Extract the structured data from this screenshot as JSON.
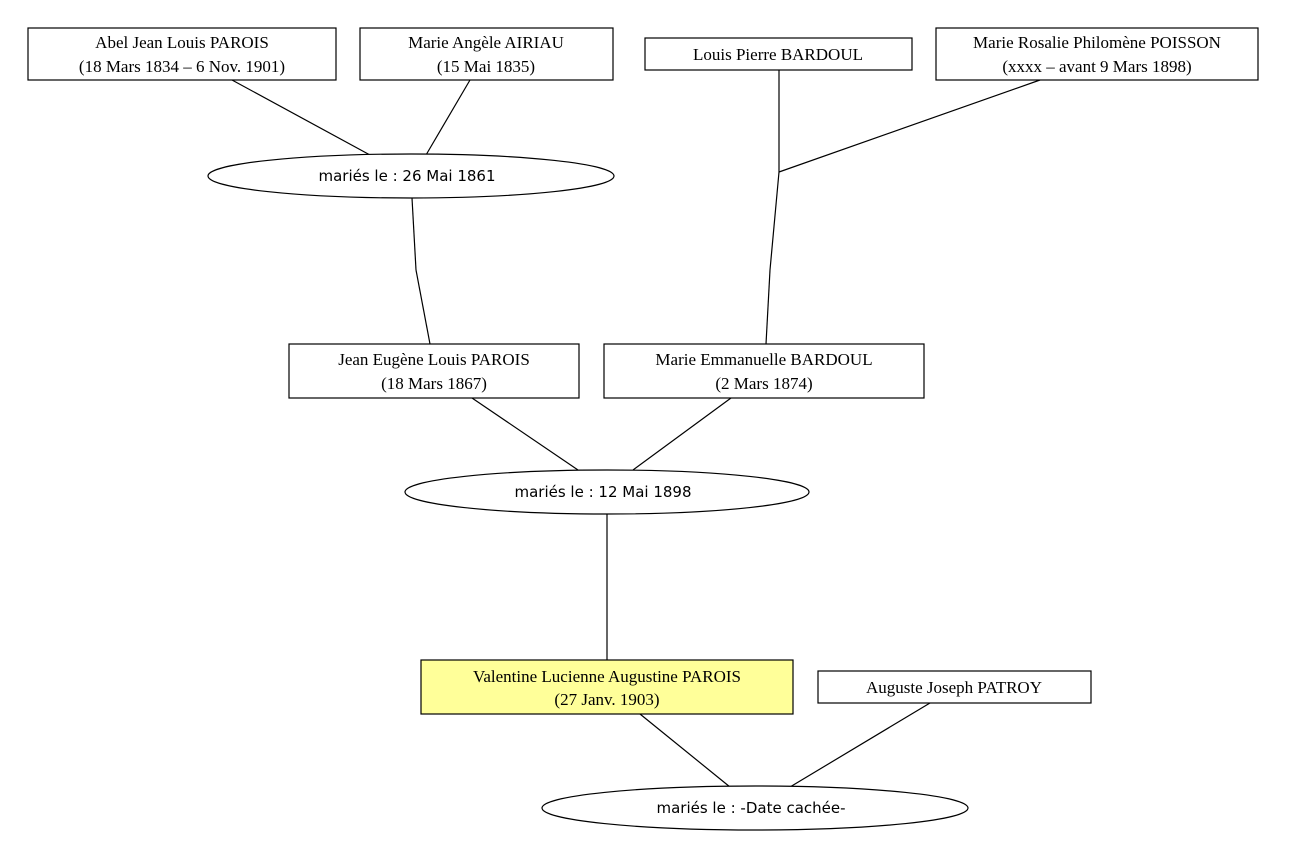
{
  "colors": {
    "highlight_fill": "#ffff99",
    "stroke": "#000000",
    "background": "#ffffff"
  },
  "people": {
    "abel": {
      "name": "Abel Jean Louis PAROIS",
      "dates": "(18 Mars 1834 – 6 Nov. 1901)"
    },
    "marie_angele": {
      "name": "Marie Angèle AIRIAU",
      "dates": "(15 Mai 1835)"
    },
    "louis_pierre": {
      "name": "Louis Pierre BARDOUL",
      "dates": ""
    },
    "marie_rosalie": {
      "name": "Marie Rosalie Philomène POISSON",
      "dates": "(xxxx – avant 9 Mars 1898)"
    },
    "jean_eugene": {
      "name": "Jean Eugène Louis PAROIS",
      "dates": "(18 Mars 1867)"
    },
    "marie_emmanuelle": {
      "name": "Marie Emmanuelle BARDOUL",
      "dates": "(2 Mars 1874)"
    },
    "valentine": {
      "name": "Valentine Lucienne Augustine PAROIS",
      "dates": "(27 Janv. 1903)"
    },
    "auguste": {
      "name": "Auguste Joseph PATROY",
      "dates": ""
    }
  },
  "marriages": {
    "m1861": {
      "label": "mariés le : 26 Mai 1861"
    },
    "m1898": {
      "label": "mariés le : 12 Mai 1898"
    },
    "m_hidden": {
      "label": "mariés le : -Date cachée-"
    }
  }
}
